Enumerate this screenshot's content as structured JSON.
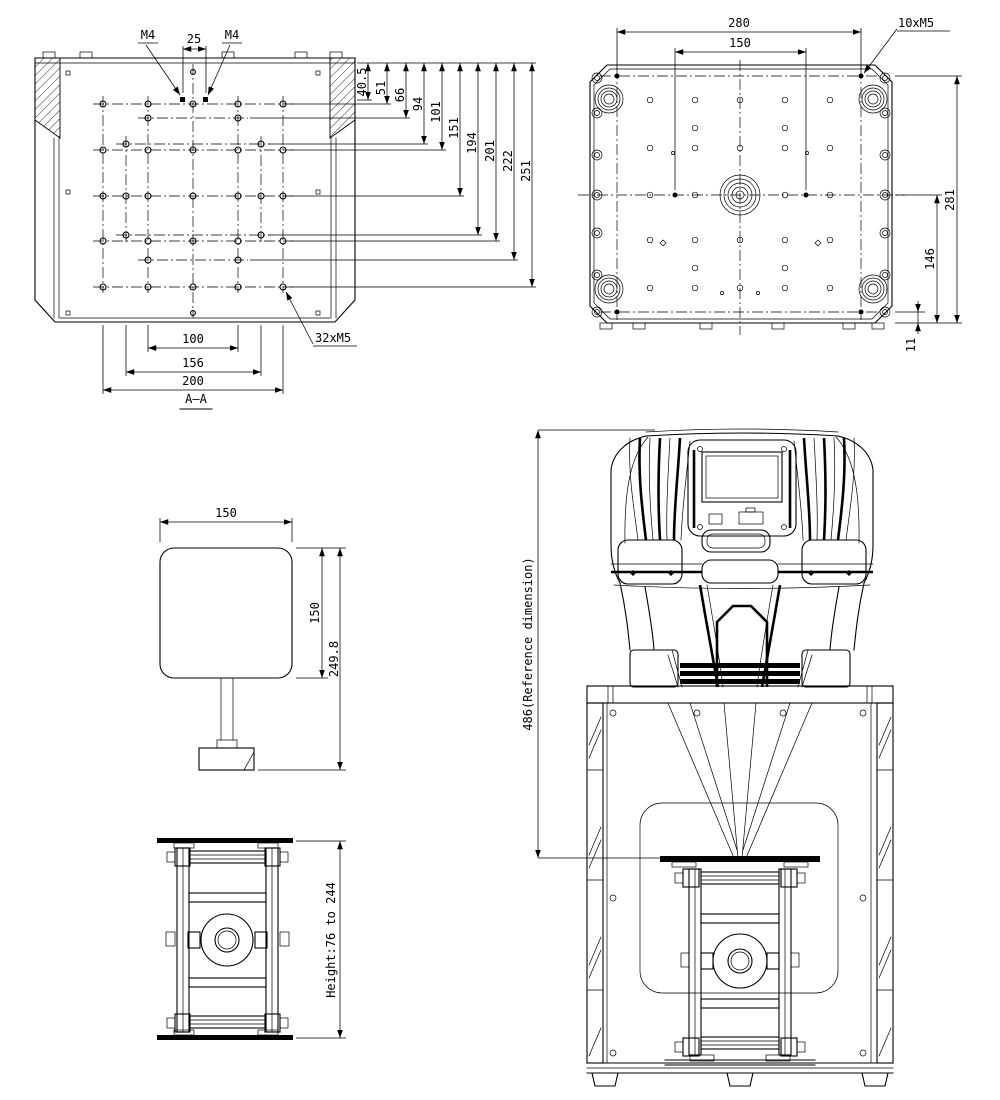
{
  "drawing": {
    "section": {
      "title": "A—A",
      "callout_left": "M4",
      "callout_right": "M4",
      "pitch": "25",
      "thread_callout": "32xM5",
      "dims_vertical": [
        "40.5",
        "51",
        "66",
        "94",
        "101",
        "151",
        "194",
        "201",
        "222",
        "251"
      ],
      "dims_bottom": [
        "100",
        "156",
        "200"
      ]
    },
    "underside": {
      "thread_callout": "10xM5",
      "dim_width_outer": "280",
      "dim_width_inner": "150",
      "dim_height_overall": "281",
      "dim_height_mid": "146",
      "dim_edge": "11"
    },
    "platform": {
      "dim_width": "150",
      "dim_height": "150",
      "dim_overall": "249.8"
    },
    "lift": {
      "dim_range": "Height:76 to 244"
    },
    "assembly": {
      "dim_overall": "486(Reference dimension)"
    },
    "colors": {
      "ink": "#000000",
      "paper": "#ffffff"
    }
  }
}
